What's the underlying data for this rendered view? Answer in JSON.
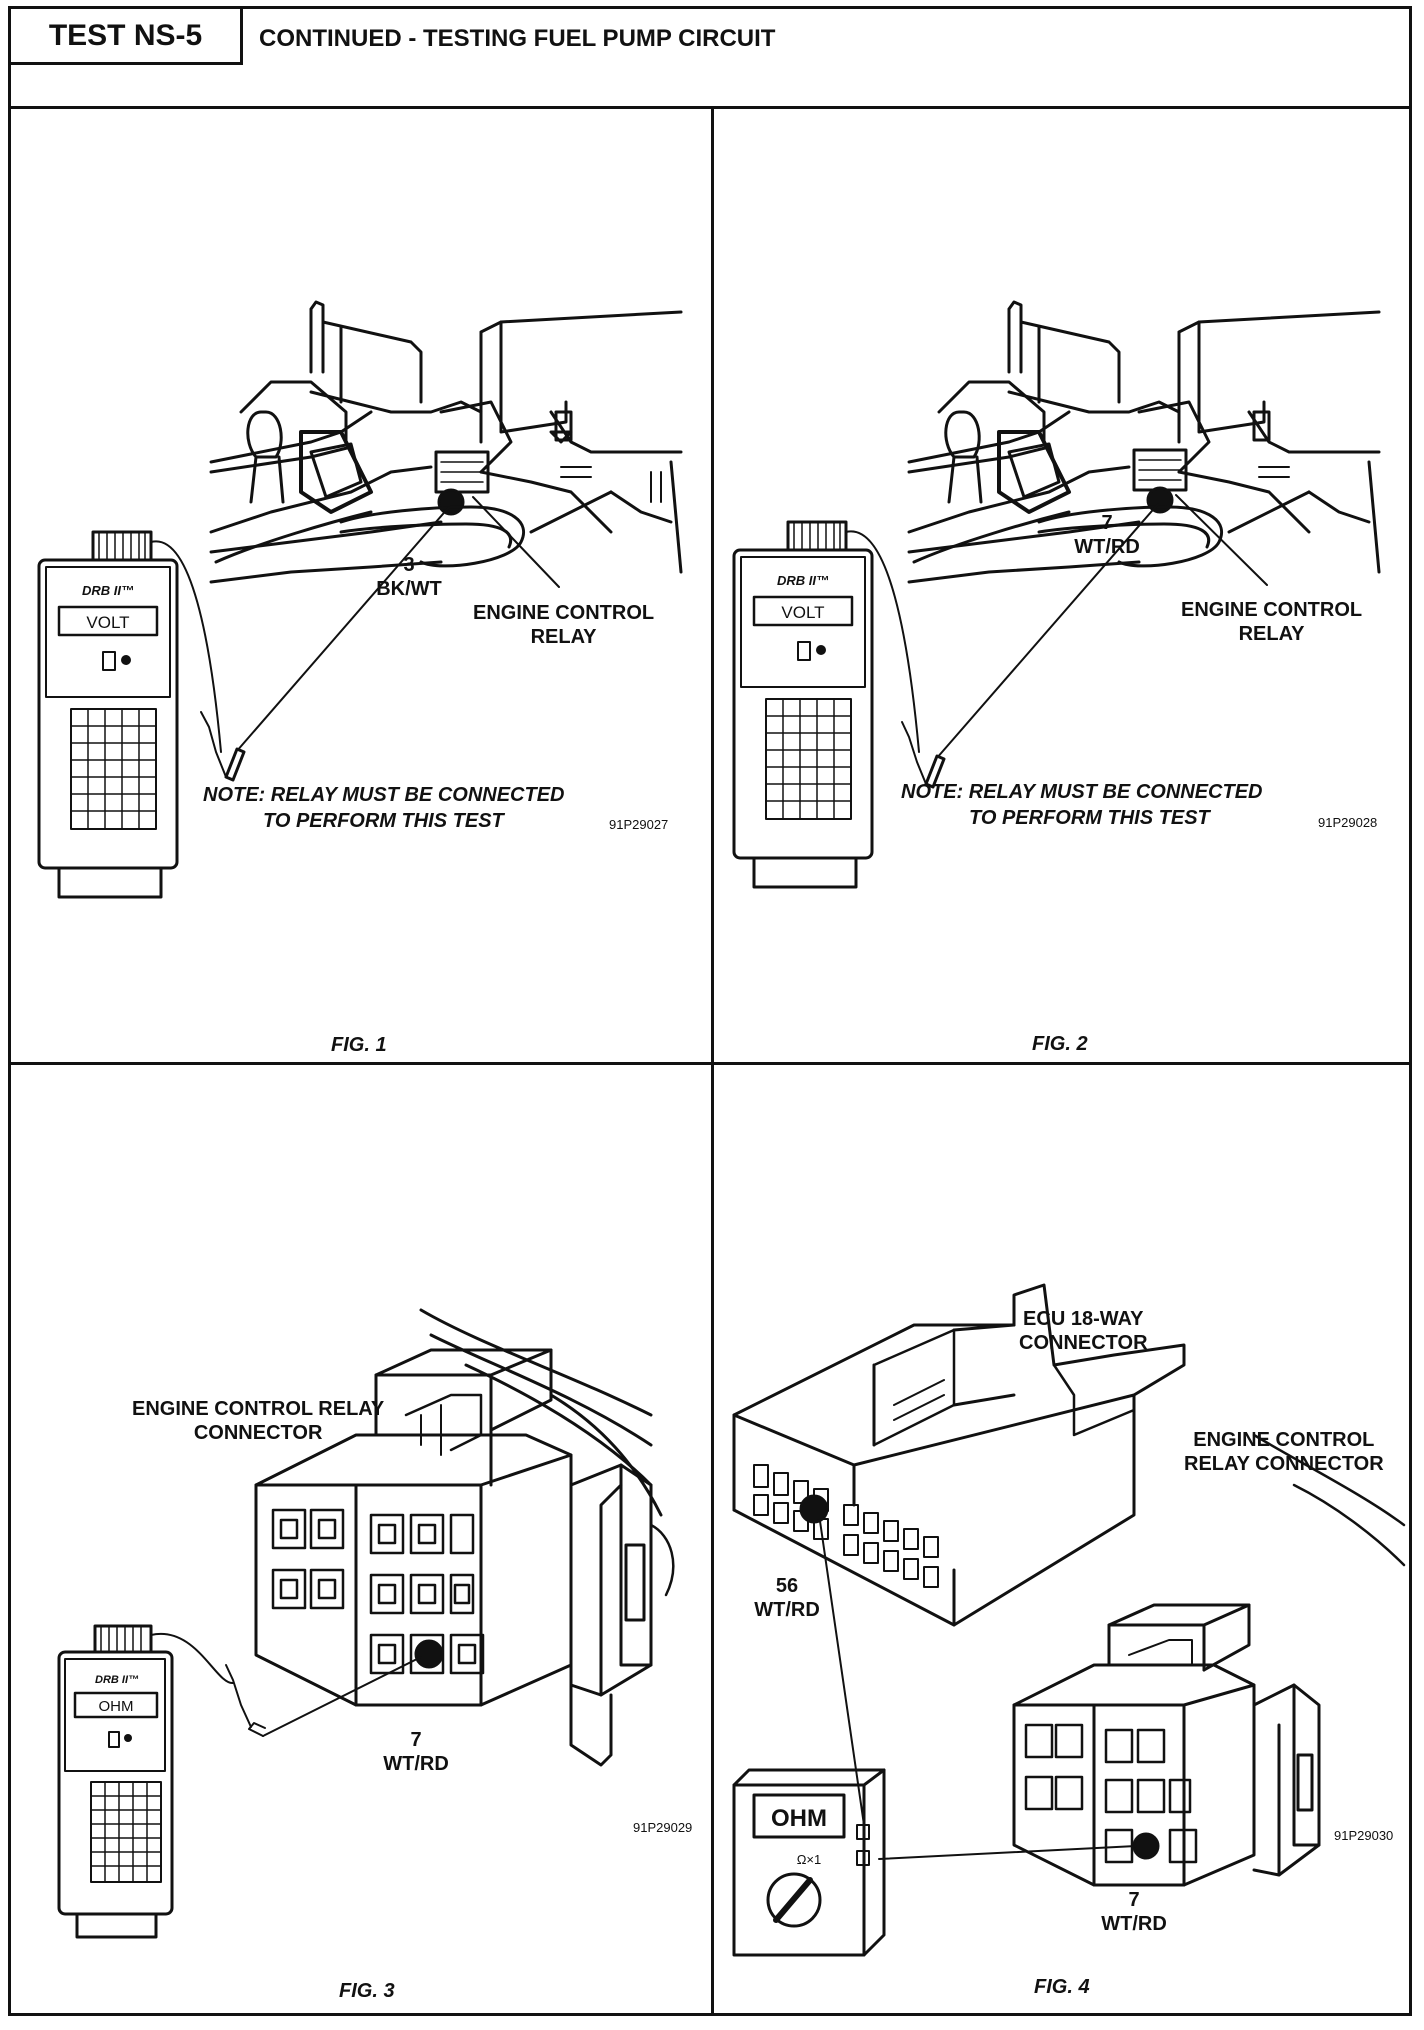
{
  "header": {
    "test_id": "TEST NS-5",
    "title": "CONTINUED - TESTING FUEL PUMP CIRCUIT"
  },
  "fig1": {
    "wire_number": "3",
    "wire_color": "BK/WT",
    "component_line1": "ENGINE CONTROL",
    "component_line2": "RELAY",
    "tester_brand": "DRB II™",
    "tester_mode": "VOLT",
    "note_line1": "NOTE: RELAY MUST BE CONNECTED",
    "note_line2": "TO PERFORM THIS TEST",
    "code": "91P29027",
    "caption": "FIG. 1"
  },
  "fig2": {
    "wire_number": "7",
    "wire_color": "WT/RD",
    "component_line1": "ENGINE CONTROL",
    "component_line2": "RELAY",
    "tester_brand": "DRB II™",
    "tester_mode": "VOLT",
    "note_line1": "NOTE: RELAY MUST BE CONNECTED",
    "note_line2": "TO PERFORM THIS TEST",
    "code": "91P29028",
    "caption": "FIG. 2"
  },
  "fig3": {
    "component_line1": "ENGINE CONTROL RELAY",
    "component_line2": "CONNECTOR",
    "wire_number": "7",
    "wire_color": "WT/RD",
    "tester_brand": "DRB II™",
    "tester_mode": "OHM",
    "code": "91P29029",
    "caption": "FIG. 3"
  },
  "fig4": {
    "ecu_line1": "ECU 18-WAY",
    "ecu_line2": "CONNECTOR",
    "relay_line1": "ENGINE CONTROL",
    "relay_line2": "RELAY CONNECTOR",
    "ecu_wire_number": "56",
    "ecu_wire_color": "WT/RD",
    "relay_wire_number": "7",
    "relay_wire_color": "WT/RD",
    "meter_mode": "OHM",
    "meter_range": "Ω×1",
    "code": "91P29030",
    "caption": "FIG. 4"
  }
}
